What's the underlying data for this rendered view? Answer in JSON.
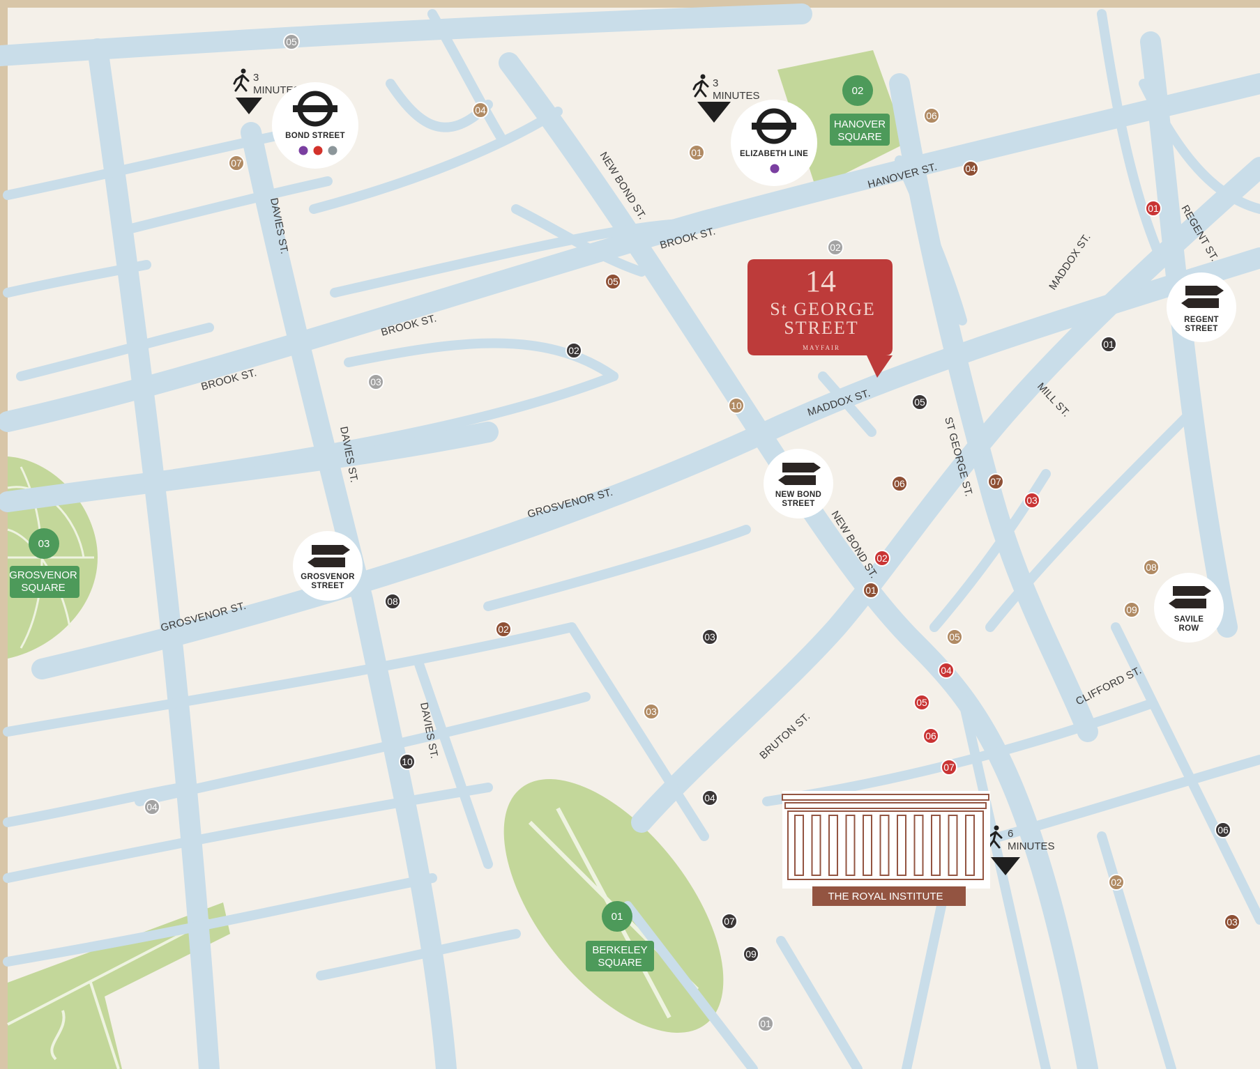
{
  "colors": {
    "land": "#f4f0e9",
    "road": "#c9dde9",
    "road_edge": "#b7cfdf",
    "park": "#c3d79a",
    "park_label": "#4d9a5a",
    "brand_red": "#bd3b3a",
    "royal_brown": "#935441",
    "marker_dark": "#3a3636",
    "marker_gold": "#b08a63",
    "marker_brown": "#8e5035",
    "marker_red": "#c93434",
    "marker_grey": "#a3a3a3",
    "purple": "#7a3fa0",
    "central_red": "#d3322b",
    "jubilee_grey": "#8c969a"
  },
  "street_labels": [
    {
      "id": "brook-1",
      "text": "BROOK ST."
    },
    {
      "id": "brook-2",
      "text": "BROOK ST."
    },
    {
      "id": "brook-3",
      "text": "BROOK ST."
    },
    {
      "id": "hanover",
      "text": "HANOVER ST."
    },
    {
      "id": "davies-1",
      "text": "DAVIES ST."
    },
    {
      "id": "davies-2",
      "text": "DAVIES ST."
    },
    {
      "id": "davies-3",
      "text": "DAVIES ST."
    },
    {
      "id": "new-bond-1",
      "text": "NEW BOND ST."
    },
    {
      "id": "new-bond-2",
      "text": "NEW BOND ST."
    },
    {
      "id": "maddox-1",
      "text": "MADDOX ST."
    },
    {
      "id": "maddox-2",
      "text": "MADDOX ST."
    },
    {
      "id": "grosvenor-1",
      "text": "GROSVENOR ST."
    },
    {
      "id": "grosvenor-2",
      "text": "GROSVENOR ST."
    },
    {
      "id": "regent",
      "text": "REGENT ST."
    },
    {
      "id": "mill",
      "text": "MILL ST."
    },
    {
      "id": "st-george",
      "text": "ST GEORGE ST."
    },
    {
      "id": "bruton",
      "text": "BRUTON ST."
    },
    {
      "id": "clifford",
      "text": "CLIFFORD ST."
    }
  ],
  "parks": [
    {
      "id": "hanover",
      "number": "02",
      "line1": "HANOVER",
      "line2": "SQUARE"
    },
    {
      "id": "grosvenor",
      "number": "03",
      "line1": "GROSVENOR",
      "line2": "SQUARE"
    },
    {
      "id": "berkeley",
      "number": "01",
      "line1": "BERKELEY",
      "line2": "SQUARE"
    }
  ],
  "stations": [
    {
      "id": "bond",
      "type": "underground",
      "line1": "BOND STREET",
      "line2": "",
      "lines": [
        "#7a3fa0",
        "#d3322b",
        "#8c969a"
      ]
    },
    {
      "id": "elizabeth",
      "type": "underground",
      "line1": "ELIZABETH LINE",
      "line2": "",
      "lines": [
        "#7a3fa0"
      ]
    },
    {
      "id": "regent",
      "type": "street",
      "line1": "REGENT",
      "line2": "STREET",
      "lines": []
    },
    {
      "id": "new-bond",
      "type": "street",
      "line1": "NEW BOND",
      "line2": "STREET",
      "lines": []
    },
    {
      "id": "grosvenor",
      "type": "street",
      "line1": "GROSVENOR",
      "line2": "STREET",
      "lines": []
    },
    {
      "id": "savile",
      "type": "street",
      "line1": "SAVILE",
      "line2": "ROW",
      "lines": []
    }
  ],
  "walks": [
    {
      "id": "bond",
      "minutes": "3",
      "unit": "MINUTES"
    },
    {
      "id": "elizabeth",
      "minutes": "3",
      "unit": "MINUTES"
    },
    {
      "id": "royal",
      "minutes": "6",
      "unit": "MINUTES"
    }
  ],
  "brand": {
    "number": "14",
    "line1": "St GEORGE",
    "line2": "STREET",
    "sub": "MAYFAIR"
  },
  "royal_institute": {
    "label": "THE ROYAL INSTITUTE"
  },
  "markers": [
    {
      "c": "grey",
      "n": "05"
    },
    {
      "c": "gold",
      "n": "04"
    },
    {
      "c": "gold",
      "n": "07"
    },
    {
      "c": "gold",
      "n": "01"
    },
    {
      "c": "gold",
      "n": "06"
    },
    {
      "c": "brown",
      "n": "04"
    },
    {
      "c": "red",
      "n": "01"
    },
    {
      "c": "grey",
      "n": "02"
    },
    {
      "c": "brown",
      "n": "05"
    },
    {
      "c": "dark",
      "n": "02"
    },
    {
      "c": "grey",
      "n": "03"
    },
    {
      "c": "dark",
      "n": "01"
    },
    {
      "c": "gold",
      "n": "10"
    },
    {
      "c": "dark",
      "n": "05"
    },
    {
      "c": "brown",
      "n": "06"
    },
    {
      "c": "brown",
      "n": "07"
    },
    {
      "c": "red",
      "n": "03"
    },
    {
      "c": "red",
      "n": "02"
    },
    {
      "c": "brown",
      "n": "01"
    },
    {
      "c": "dark",
      "n": "08"
    },
    {
      "c": "brown",
      "n": "02"
    },
    {
      "c": "dark",
      "n": "03"
    },
    {
      "c": "gold",
      "n": "08"
    },
    {
      "c": "gold",
      "n": "09"
    },
    {
      "c": "gold",
      "n": "05"
    },
    {
      "c": "red",
      "n": "04"
    },
    {
      "c": "red",
      "n": "05"
    },
    {
      "c": "red",
      "n": "06"
    },
    {
      "c": "red",
      "n": "07"
    },
    {
      "c": "gold",
      "n": "03"
    },
    {
      "c": "dark",
      "n": "10"
    },
    {
      "c": "grey",
      "n": "04"
    },
    {
      "c": "dark",
      "n": "04"
    },
    {
      "c": "dark",
      "n": "06"
    },
    {
      "c": "gold",
      "n": "02"
    },
    {
      "c": "brown",
      "n": "03"
    },
    {
      "c": "dark",
      "n": "07"
    },
    {
      "c": "dark",
      "n": "09"
    },
    {
      "c": "grey",
      "n": "01"
    }
  ]
}
